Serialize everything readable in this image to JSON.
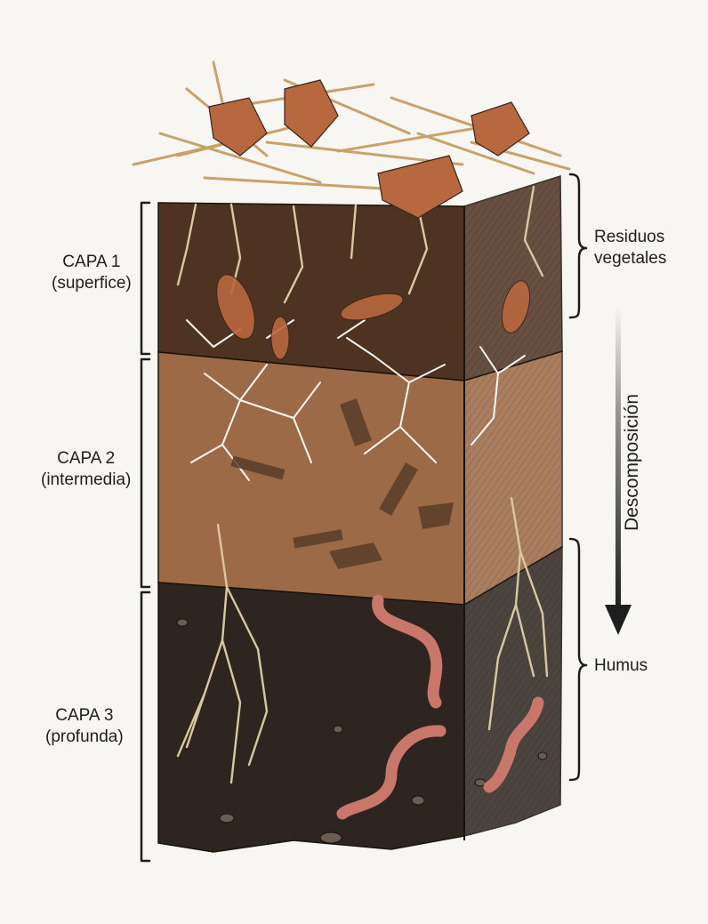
{
  "diagram": {
    "title": "",
    "left_labels": [
      {
        "id": "capa1",
        "lines": [
          "CAPA 1",
          "(superfice)"
        ]
      },
      {
        "id": "capa2",
        "lines": [
          "CAPA 2",
          "(intermedia)"
        ]
      },
      {
        "id": "capa3",
        "lines": [
          "CAPA 3",
          "(profunda)"
        ]
      }
    ],
    "right_labels": [
      {
        "id": "residuos",
        "lines": [
          "Residuos",
          "vegetales"
        ]
      },
      {
        "id": "humus",
        "lines": [
          "Humus"
        ]
      }
    ],
    "process_arrow": {
      "label": "Descomposición",
      "direction": "down"
    },
    "colors": {
      "background": "#f7f6f3",
      "layer1": "#4e3322",
      "layer2": "#9c6a46",
      "layer3": "#2f2520",
      "litter": "#c9a16a",
      "leaf": "#b8683f",
      "fungi": "#ffffff",
      "worm": "#c8776a",
      "ink": "#1e1e1e"
    }
  }
}
